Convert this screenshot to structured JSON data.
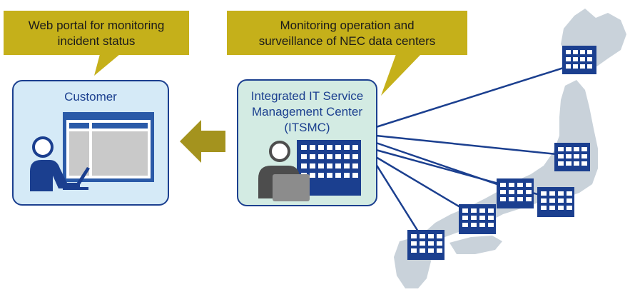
{
  "callouts": {
    "left": "Web portal for monitoring incident status",
    "right": "Monitoring operation and surveillance of NEC data centers"
  },
  "customer_box": {
    "title": "Customer"
  },
  "itsmc_box": {
    "title_line1": "Integrated IT Service",
    "title_line2": "Management Center",
    "title_line3": "(ITSMC)"
  },
  "colors": {
    "callout": "#c5b01a",
    "box_border": "#1b3f8f",
    "customer_fill": "#d5eaf7",
    "itsmc_fill": "#d3ebe3",
    "building": "#1b3f8f",
    "map": "#c9d2da",
    "arrow": "#a4931e"
  },
  "icons": [
    "person-at-computer-icon",
    "browser-window-icon",
    "operator-icon",
    "office-building-icon",
    "data-center-icon",
    "japan-map"
  ]
}
